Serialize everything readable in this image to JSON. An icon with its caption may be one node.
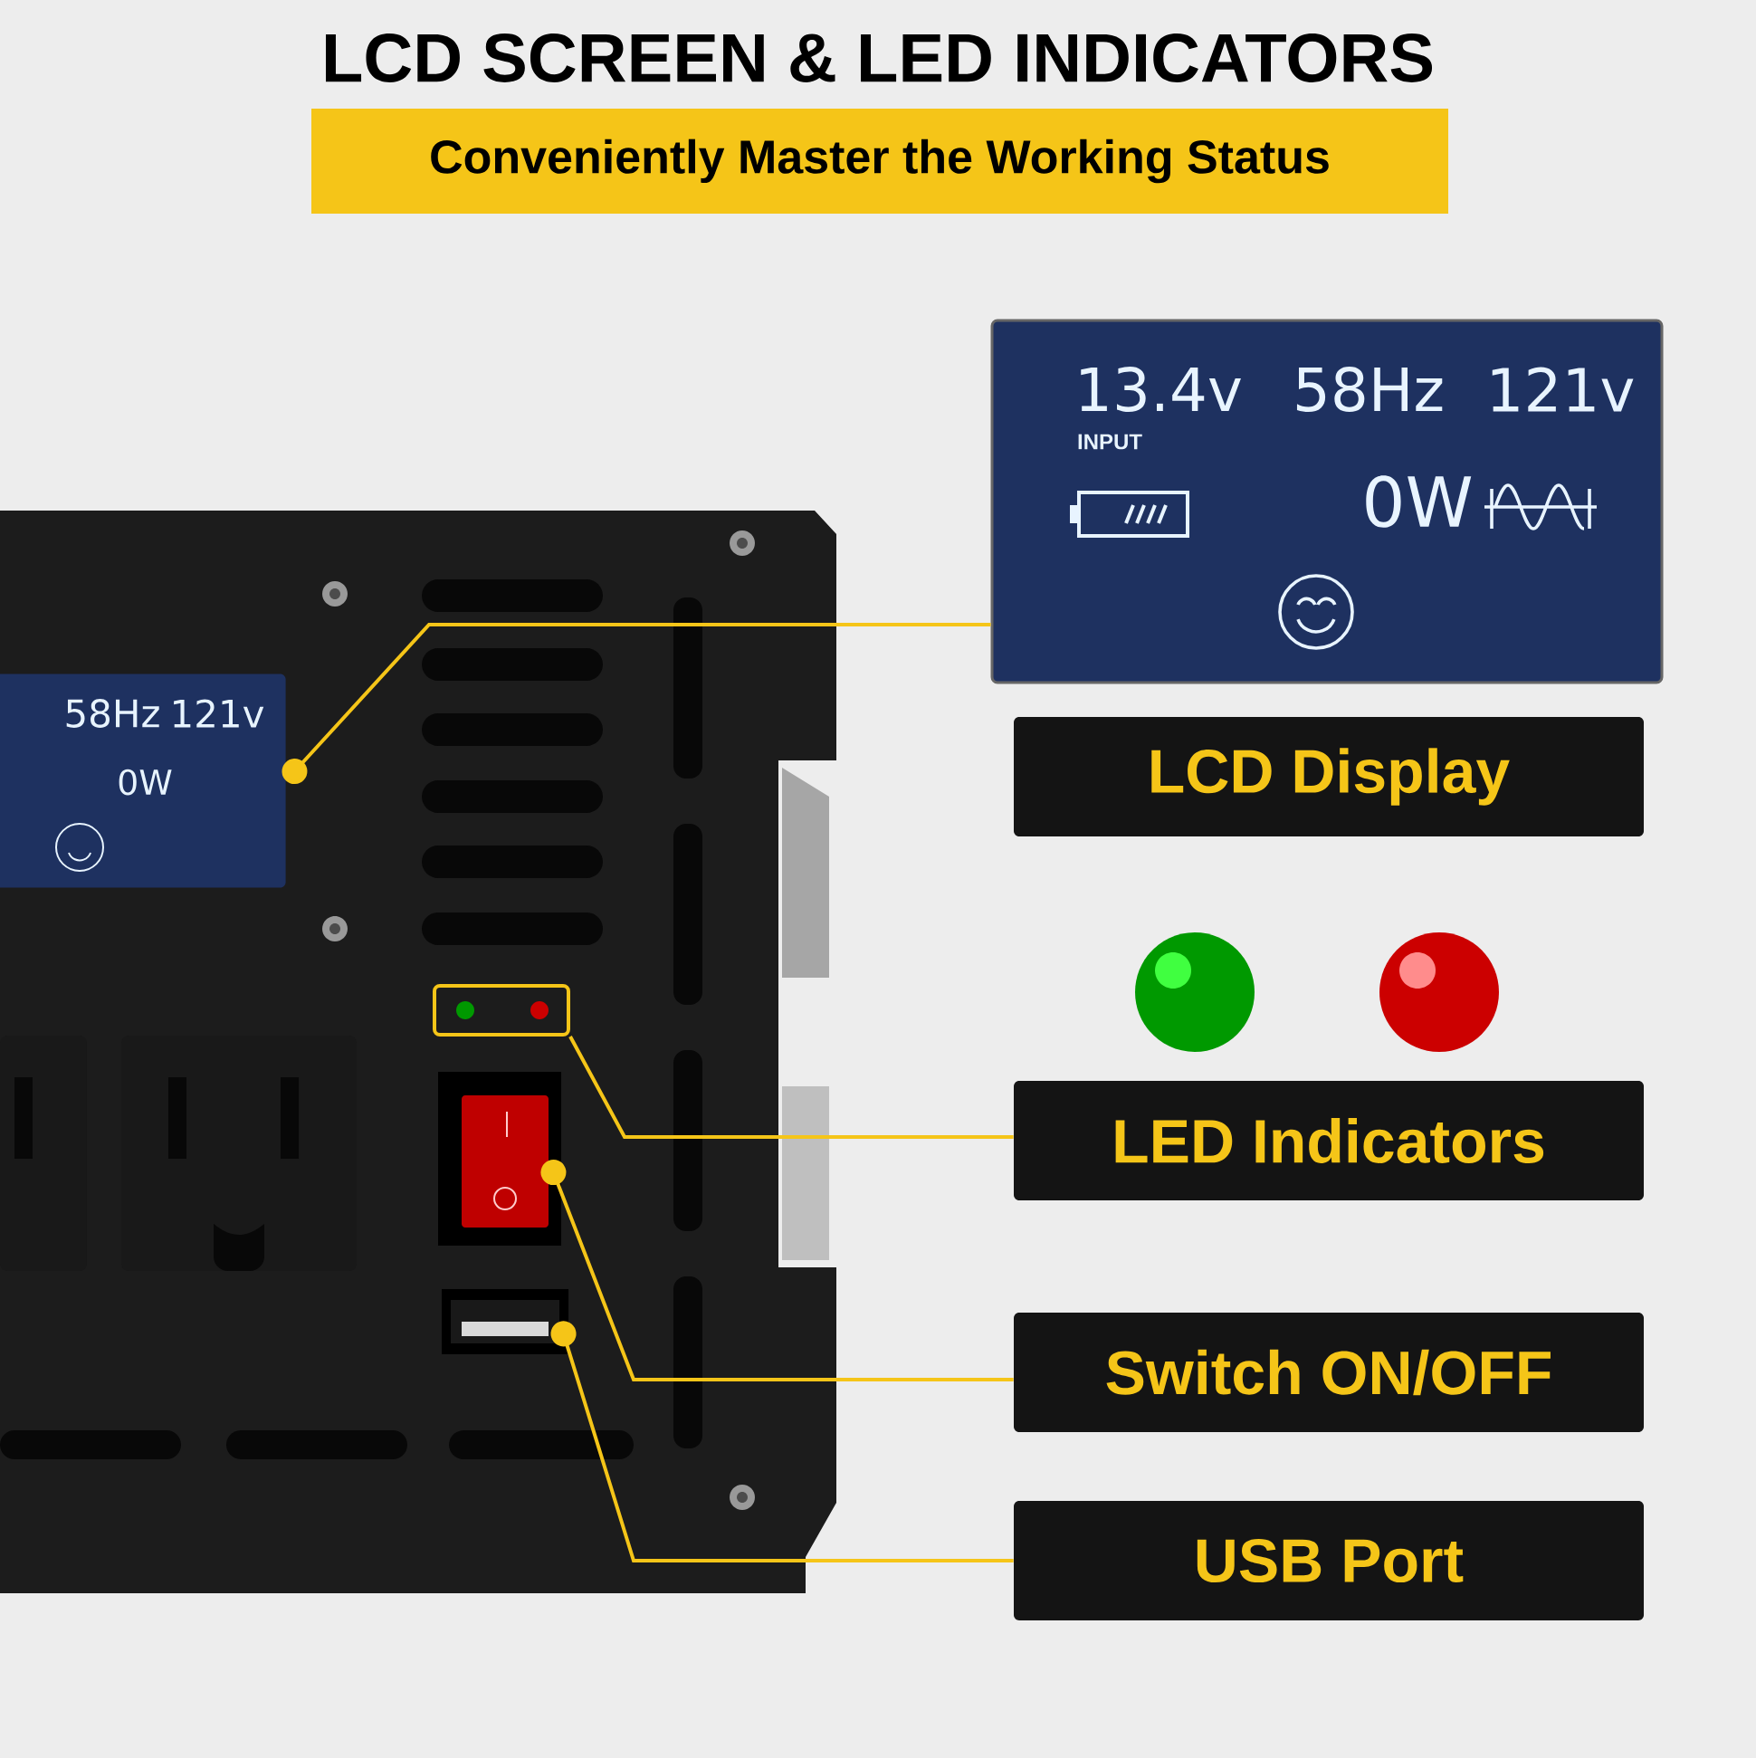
{
  "diagram": {
    "title": "LCD SCREEN & LED INDICATORS",
    "nodes": [
      {
        "text": [
          "Conveniently Master the Working Status"
        ]
      },
      {
        "text": [
          "13.4v",
          "58Hz",
          "121v",
          "INPUT",
          "0W"
        ]
      },
      {
        "text": [
          "LCD Display"
        ]
      },
      {
        "text": [
          "LED Indicators"
        ]
      },
      {
        "text": [
          "Switch ON/OFF"
        ]
      },
      {
        "text": [
          "USB Port"
        ]
      },
      {
        "text": [
          "58Hz",
          "121v",
          "0W"
        ]
      },
      {
        "text": [],
        "shape": "box"
      },
      {
        "text": [],
        "shape": "picture"
      },
      {
        "text": [],
        "shape": "picture"
      }
    ],
    "edges": [
      {
        "from": 6,
        "to": 1,
        "arrow": "other"
      },
      {
        "from": 7,
        "to": 3,
        "arrow": "none"
      },
      {
        "from": 8,
        "to": 4,
        "arrow": "other"
      },
      {
        "from": 9,
        "to": 5,
        "arrow": "other"
      }
    ]
  }
}
